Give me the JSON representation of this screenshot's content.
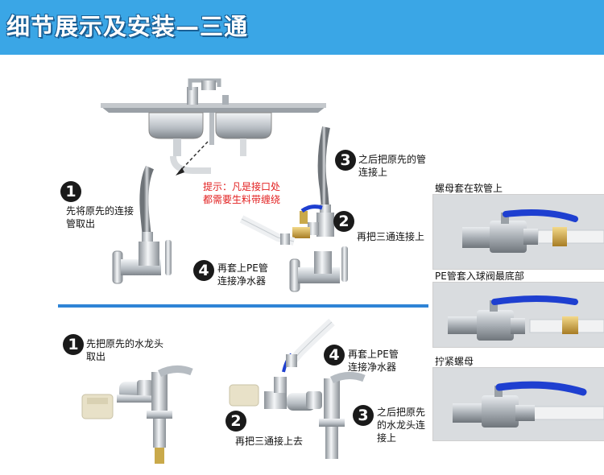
{
  "banner": {
    "title": "细节展示及安装—三通",
    "bg_color": "#3aa6e6"
  },
  "top": {
    "step1": {
      "num": "1",
      "line1": "先将原先的连接",
      "line2": "管取出"
    },
    "hint": {
      "line1": "提示：凡是接口处",
      "line2": "都需要生料带缠绕",
      "color": "#e22020"
    },
    "step3": {
      "num": "3",
      "line1": "之后把原先的管",
      "line2": "连接上"
    },
    "step2": {
      "num": "2",
      "line1": "再把三通连接上"
    },
    "step4": {
      "num": "4",
      "line1": "再套上PE管",
      "line2": "连接净水器"
    }
  },
  "bottom": {
    "step1": {
      "num": "1",
      "line1": "先把原先的水龙头",
      "line2": "取出"
    },
    "step4": {
      "num": "4",
      "line1": "再套上PE管",
      "line2": "连接净水器"
    },
    "step2": {
      "num": "2",
      "line1": "再把三通接上去"
    },
    "step3": {
      "num": "3",
      "line1": "之后把原先",
      "line2": "的水龙头连",
      "line3": "接上"
    }
  },
  "side": {
    "cap1": "螺母套在软管上",
    "cap2": "PE管套入球阀最底部",
    "cap3": "拧紧螺母",
    "handle_color": "#1e3fd0"
  }
}
